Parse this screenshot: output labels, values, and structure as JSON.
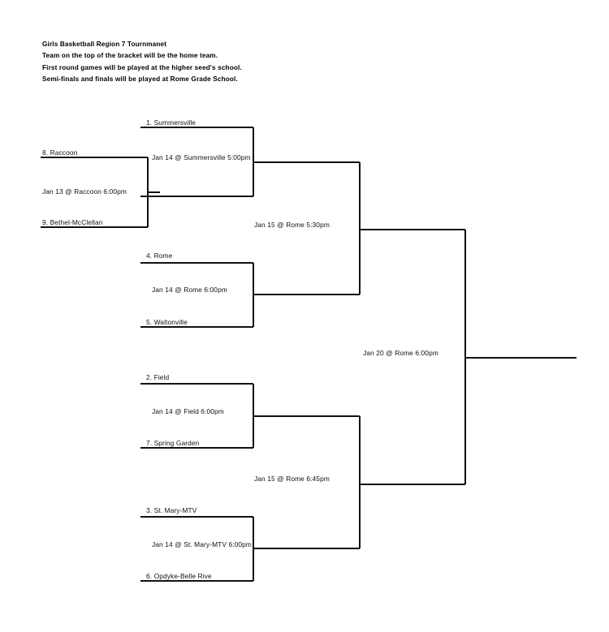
{
  "document": {
    "title": "Girls Basketball Region 7 Tournmanet",
    "header_lines": [
      "Girls Basketball Region 7 Tournmanet",
      "Team on the top of the bracket will be the home team.",
      "First round games will be played at the higher seed's school.",
      "Semi-finals and finals will be played at Rome Grade School."
    ],
    "line_color": "#111111",
    "background_color": "#ffffff"
  },
  "bracket": {
    "play_in": {
      "label": "Jan 13 @ Raccoon 6:00pm",
      "teams": [
        {
          "seed": 8,
          "label": "8. Raccoon"
        },
        {
          "seed": 9,
          "label": "9. Bethel-McClellan"
        }
      ]
    },
    "first_round": [
      {
        "label": "Jan 14 @ Summersville 5:00pm",
        "teams": [
          {
            "seed": 1,
            "label": "1. Summersville"
          },
          {
            "seed": null,
            "label": ""
          }
        ]
      },
      {
        "label": "Jan 14 @ Rome 6:00pm",
        "teams": [
          {
            "seed": 4,
            "label": "4. Rome"
          },
          {
            "seed": 5,
            "label": "5. Waltonville"
          }
        ]
      },
      {
        "label": "Jan 14 @ Field 6:00pm",
        "teams": [
          {
            "seed": 2,
            "label": "2. Field"
          },
          {
            "seed": 7,
            "label": "7. Spring Garden"
          }
        ]
      },
      {
        "label": "Jan 14 @ St. Mary-MTV 6:00pm",
        "teams": [
          {
            "seed": 3,
            "label": "3. St. Mary-MTV"
          },
          {
            "seed": 6,
            "label": "6. Opdyke-Belle Rive"
          }
        ]
      }
    ],
    "semifinals": [
      {
        "label": "Jan 15 @ Rome 5:30pm"
      },
      {
        "label": "Jan 15 @ Rome 6:45pm"
      }
    ],
    "final": {
      "label": "Jan 20 @ Rome 6:00pm"
    }
  }
}
